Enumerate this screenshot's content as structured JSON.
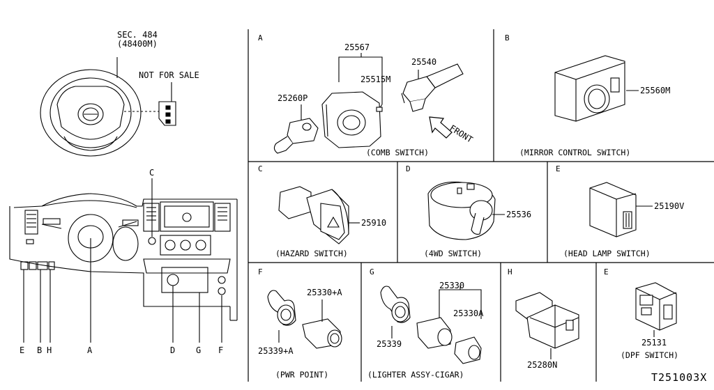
{
  "header": {
    "sec_ref": "SEC. 484",
    "sec_part": "(48400M)",
    "not_for_sale": "NOT FOR SALE"
  },
  "overview": {
    "callouts": [
      "A",
      "B",
      "C",
      "D",
      "E",
      "F",
      "G",
      "H"
    ],
    "bottom_labels": [
      "E",
      "B",
      "H",
      "A",
      "D",
      "G",
      "F"
    ]
  },
  "panels": {
    "a": {
      "letter": "A",
      "caption": "(COMB SWITCH)",
      "parts": [
        "25567",
        "25540",
        "25515M",
        "25260P"
      ],
      "direction": "FRONT"
    },
    "b": {
      "letter": "B",
      "caption": "(MIRROR CONTROL SWITCH)",
      "parts": [
        "25560M"
      ]
    },
    "c": {
      "letter": "C",
      "caption": "(HAZARD SWITCH)",
      "parts": [
        "25910"
      ]
    },
    "d": {
      "letter": "D",
      "caption": "(4WD SWITCH)",
      "parts": [
        "25536"
      ]
    },
    "e": {
      "letter": "E",
      "caption": "(HEAD LAMP SWITCH)",
      "parts": [
        "25190V"
      ]
    },
    "f": {
      "letter": "F",
      "caption": "(PWR POINT)",
      "parts": [
        "25330+A",
        "25339+A"
      ]
    },
    "g": {
      "letter": "G",
      "caption": "(LIGHTER ASSY-CIGAR)",
      "parts": [
        "25330",
        "25330A",
        "25339"
      ]
    },
    "h": {
      "letter": "H",
      "parts": [
        "25280N"
      ]
    },
    "e2": {
      "letter": "E",
      "caption": "(DPF SWITCH)",
      "parts": [
        "25131"
      ]
    }
  },
  "diagram_id": "T251003X"
}
